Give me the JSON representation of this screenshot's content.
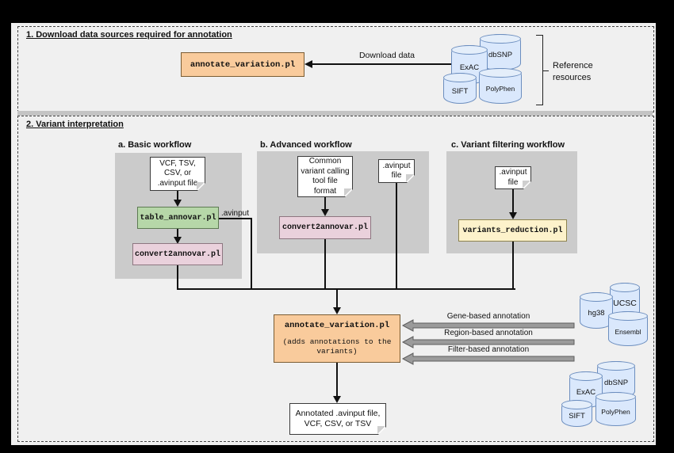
{
  "section1": {
    "title": "1. Download data sources required for annotation",
    "tool": "annotate_variation.pl",
    "download_arrow_label": "Download data",
    "reference_label": "Reference\nresources",
    "databases": [
      "ExAC",
      "dbSNP",
      "SIFT",
      "PolyPhen"
    ]
  },
  "section2": {
    "title": "2. Variant interpretation",
    "workflow_a": {
      "title": "a. Basic workflow",
      "input_file": "VCF, TSV,\nCSV, or\n.avinput file",
      "step1": "table_annovar.pl",
      "edge_label": ".avinput",
      "step2": "convert2annovar.pl"
    },
    "workflow_b": {
      "title": "b. Advanced workflow",
      "input_file": "Common\nvariant calling\ntool file\nformat",
      "step1": "convert2annovar.pl",
      "input_file2": ".avinput\nfile"
    },
    "workflow_c": {
      "title": "c. Variant filtering workflow",
      "input_file": ".avinput\nfile",
      "step1": "variants_reduction.pl"
    },
    "annotator": {
      "title": "annotate_variation.pl",
      "subtitle": "(adds annotations to the\nvariants)"
    },
    "annotation_arrows": [
      "Gene-based annotation",
      "Region-based annotation",
      "Filter-based annotation"
    ],
    "genome_databases": [
      "hg38",
      "UCSC",
      "Ensembl"
    ],
    "variant_databases": [
      "ExAC",
      "dbSNP",
      "SIFT",
      "PolyPhen"
    ],
    "output_file": "Annotated .avinput file,\nVCF, CSV, or TSV"
  },
  "colors": {
    "background": "#f0f0f0",
    "panel_gray": "#cbcbcb",
    "tool_orange": "#f9cb9c",
    "tool_green": "#b6d7a8",
    "tool_pink": "#ead1dc",
    "tool_yellow": "#fdf2cb",
    "database_blue": "#dae8fc",
    "block_arrow_gray": "#9b9b9b"
  }
}
